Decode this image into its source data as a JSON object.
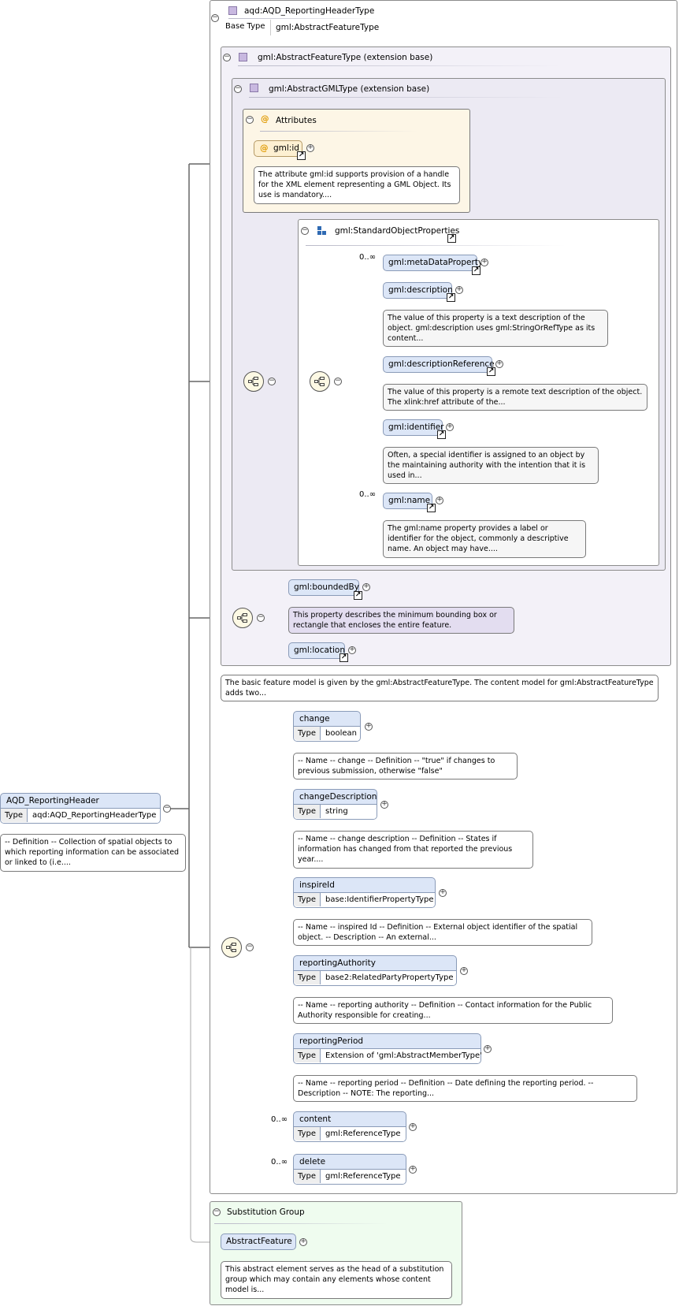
{
  "type_box": {
    "title": "aqd:AQD_ReportingHeaderType",
    "base_type_label": "Base Type",
    "base_type_value": "gml:AbstractFeatureType"
  },
  "ext_feature": {
    "title": "gml:AbstractFeatureType (extension base)"
  },
  "ext_gml": {
    "title": "gml:AbstractGMLType (extension base)"
  },
  "attributes": {
    "title": "Attributes",
    "id_label": "gml:id",
    "id_note": "The attribute gml:id supports provision of a handle for the XML element representing a GML Object. Its use is mandatory...."
  },
  "std_props": {
    "title": "gml:StandardObjectProperties",
    "items": [
      {
        "label": "gml:metaDataProperty",
        "occurrence": "0..∞",
        "note": ""
      },
      {
        "label": "gml:description",
        "occurrence": "",
        "note": "The value of this property is a text description of the object. gml:description uses gml:StringOrRefType as its content..."
      },
      {
        "label": "gml:descriptionReference",
        "occurrence": "",
        "note": "The value of this property is a remote text description of the object. The xlink:href attribute of the..."
      },
      {
        "label": "gml:identifier",
        "occurrence": "",
        "note": "Often, a special identifier is assigned to an object by the maintaining authority with the intention that it is used in..."
      },
      {
        "label": "gml:name",
        "occurrence": "0..∞",
        "note": "The gml:name property provides a label or identifier for the object, commonly a descriptive name. An object may have...."
      }
    ]
  },
  "feature_props": {
    "bounded_by": "gml:boundedBy",
    "bounded_note": "This property describes the minimum bounding box or rectangle that encloses the entire feature.",
    "location": "gml:location"
  },
  "feature_note": "The basic feature model is given by the gml:AbstractFeatureType. The content model for gml:AbstractFeatureType adds two...",
  "type_label": "Type",
  "root": {
    "name": "AQD_ReportingHeader",
    "type": "aqd:AQD_ReportingHeaderType",
    "note": "-- Definition -- Collection of spatial objects to which reporting information can be associated or linked to (i.e...."
  },
  "children": [
    {
      "name": "change",
      "type": "boolean",
      "occurrence": "",
      "note": "-- Name -- change -- Definition -- \"true\" if changes to previous submission, otherwise \"false\""
    },
    {
      "name": "changeDescription",
      "type": "string",
      "occurrence": "",
      "note": "-- Name -- change description -- Definition -- States if information has changed from that reported the previous year...."
    },
    {
      "name": "inspireId",
      "type": "base:IdentifierPropertyType",
      "occurrence": "",
      "note": "-- Name -- inspired Id -- Definition -- External object identifier of the spatial object. -- Description -- An external..."
    },
    {
      "name": "reportingAuthority",
      "type": "base2:RelatedPartyPropertyType",
      "occurrence": "",
      "note": "-- Name -- reporting authority -- Definition -- Contact information for the Public Authority responsible for creating..."
    },
    {
      "name": "reportingPeriod",
      "type": "Extension of 'gml:AbstractMemberType'",
      "occurrence": "",
      "note": "-- Name -- reporting period -- Definition -- Date defining the reporting period. --Description -- NOTE: The reporting..."
    },
    {
      "name": "content",
      "type": "gml:ReferenceType",
      "occurrence": "0..∞",
      "note": ""
    },
    {
      "name": "delete",
      "type": "gml:ReferenceType",
      "occurrence": "0..∞",
      "note": ""
    }
  ],
  "substitution": {
    "title": "Substitution Group",
    "element": "AbstractFeature",
    "note": "This abstract element serves as the head of a substitution group which may contain any elements whose content model is..."
  },
  "colors": {
    "element_fill": "#dce6f7",
    "attribute_panel": "#fdf6e6",
    "substitution_panel": "#effcef",
    "extension_panel": "#f3f1f8"
  }
}
